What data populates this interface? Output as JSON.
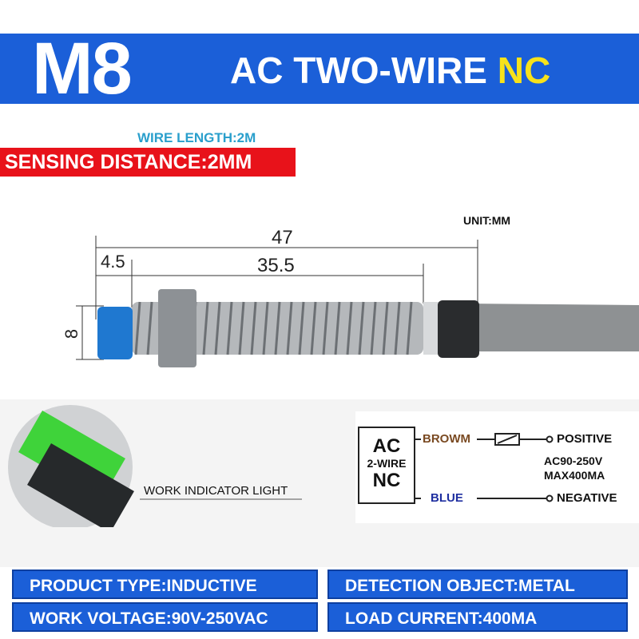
{
  "header": {
    "model": "M8",
    "title": "AC TWO-WIRE",
    "title_highlight": "NC"
  },
  "wire_length": "WIRE LENGTH:2M",
  "sensing_distance": "SENSING DISTANCE:2MM",
  "drawing": {
    "unit": "UNIT:MM",
    "total_length": "47",
    "thread_length": "35.5",
    "head_length": "4.5",
    "diameter": "8"
  },
  "indicator": {
    "label": "WORK INDICATOR LIGHT"
  },
  "wiring": {
    "box_line1": "AC",
    "box_line2": "2-WIRE",
    "box_line3": "NC",
    "brown": "BROWM",
    "blue": "BLUE",
    "positive": "POSITIVE",
    "negative": "NEGATIVE",
    "voltage": "AC90-250V",
    "current": "MAX400MA"
  },
  "specs": [
    {
      "text": "PRODUCT TYPE:INDUCTIVE"
    },
    {
      "text": "DETECTION OBJECT:METAL"
    },
    {
      "text": "WORK VOLTAGE:90V-250VAC"
    },
    {
      "text": "LOAD CURRENT:400MA"
    }
  ],
  "colors": {
    "brand_blue": "#1b5fd8",
    "red": "#e8121a",
    "yellow": "#f7e21b",
    "indicator_green": "#3fd33a"
  }
}
